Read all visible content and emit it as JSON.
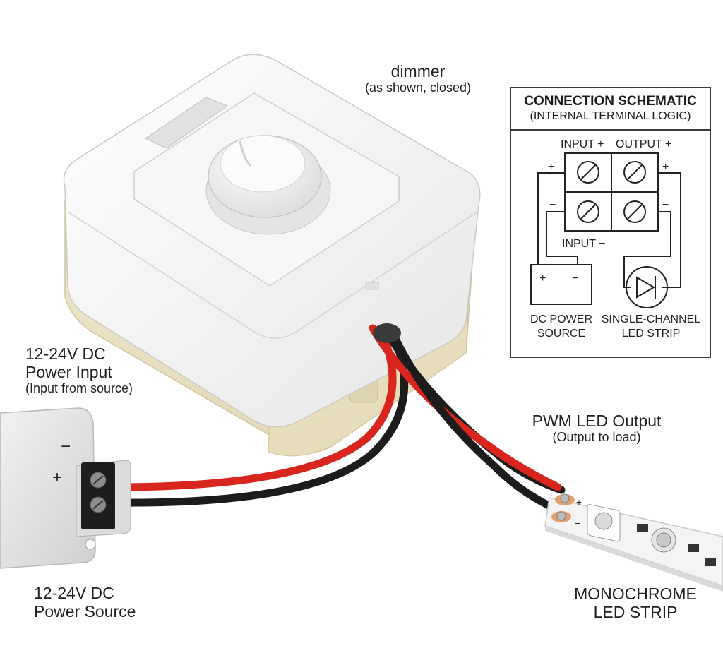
{
  "labels": {
    "dimmer": {
      "main": "dimmer",
      "sub": "(as shown, closed)"
    },
    "power_input": {
      "main_line1": "12-24V DC",
      "main_line2": "Power Input",
      "sub": "(Input from source)"
    },
    "pwm_output": {
      "main": "PWM LED Output",
      "sub": "(Output to load)"
    },
    "power_source": {
      "line1": "12-24V DC",
      "line2": "Power Source"
    },
    "led_strip": {
      "line1": "MONOCHROME",
      "line2": "LED STRIP"
    }
  },
  "source_terminals": {
    "minus": "−",
    "plus": "+"
  },
  "strip_terminals": {
    "plus": "+",
    "minus": "−"
  },
  "schematic": {
    "title": "CONNECTION SCHEMATIC",
    "subtitle": "(INTERNAL TERMINAL LOGIC)",
    "input_plus": "INPUT +",
    "output_plus": "OUTPUT +",
    "input_minus": "INPUT −",
    "sign_plus": "+",
    "sign_minus": "−",
    "battery_plus": "+",
    "battery_minus": "−",
    "dc_power_line1": "DC POWER",
    "dc_power_line2": "SOURCE",
    "led_line1": "SINGLE-CHANNEL",
    "led_line2": "LED STRIP"
  },
  "colors": {
    "wire_red": "#d8261e",
    "wire_black": "#1c1c1c",
    "housing_white": "#f4f4f4",
    "base_beige": "#ece4c6",
    "strip_white": "#f2f2f2"
  }
}
